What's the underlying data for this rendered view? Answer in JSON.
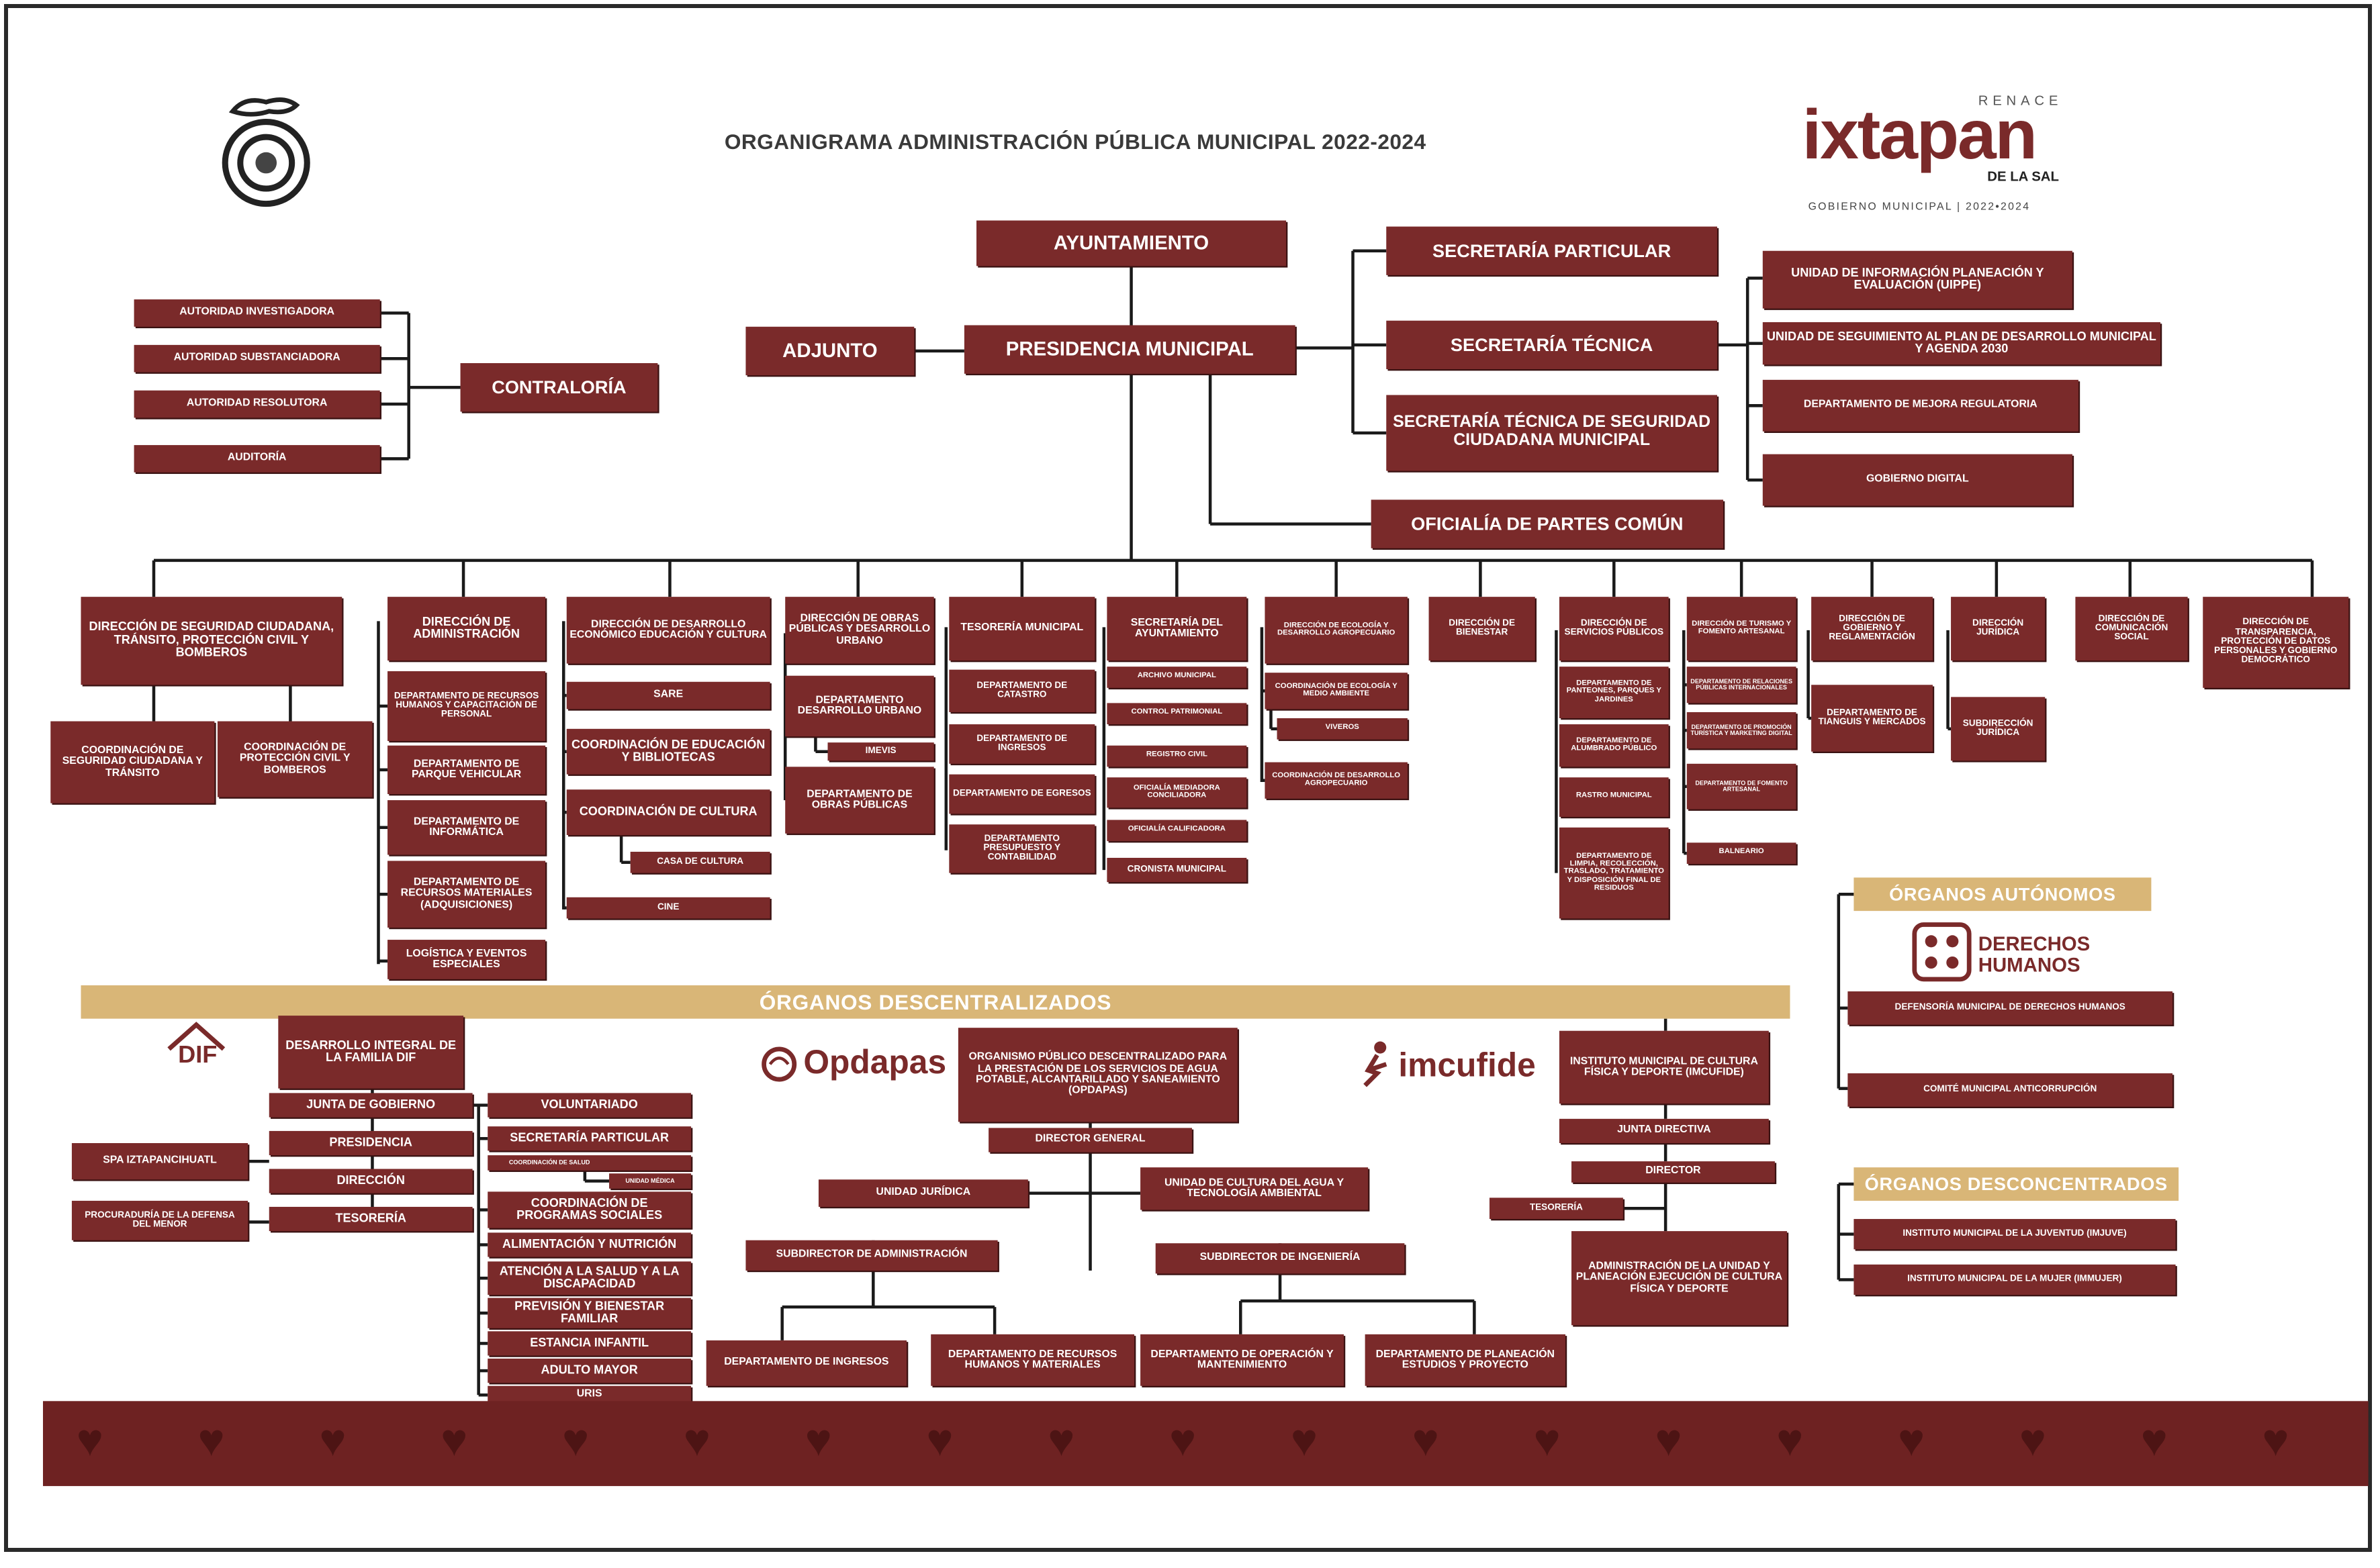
{
  "title": "ORGANIGRAMA ADMINISTRACIÓN PÚBLICA MUNICIPAL 2022-2024",
  "brand": {
    "renace": "RENACE",
    "name": "ixtapan",
    "sub": "DE LA SAL",
    "gobierno": "GOBIERNO MUNICIPAL | 2022•2024"
  },
  "colors": {
    "box": "#7a2a2a",
    "band": "#d9b677",
    "line": "#1a1a1a"
  },
  "boxes": {
    "ayuntamiento": "AYUNTAMIENTO",
    "presidencia": "PRESIDENCIA MUNICIPAL",
    "adjunto": "ADJUNTO",
    "sec_particular": "SECRETARÍA PARTICULAR",
    "sec_tecnica": "SECRETARÍA TÉCNICA",
    "sec_tecnica_seg": "SECRETARÍA TÉCNICA DE SEGURIDAD CIUDADANA MUNICIPAL",
    "oficialia": "OFICIALÍA DE PARTES COMÚN",
    "uippe": "UNIDAD DE INFORMACIÓN PLANEACIÓN Y EVALUACIÓN (UIPPE)",
    "seguimiento": "UNIDAD DE SEGUIMIENTO AL PLAN DE DESARROLLO MUNICIPAL Y AGENDA 2030",
    "mejora": "DEPARTAMENTO DE MEJORA REGULATORIA",
    "gob_digital": "GOBIERNO DIGITAL",
    "contraloria": "CONTRALORÍA",
    "aut_investigadora": "AUTORIDAD INVESTIGADORA",
    "aut_substanciadora": "AUTORIDAD SUBSTANCIADORA",
    "aut_resolutora": "AUTORIDAD RESOLUTORA",
    "auditoria": "AUDITORÍA",
    "d_seguridad": "DIRECCIÓN DE SEGURIDAD CIUDADANA, TRÁNSITO, PROTECCIÓN CIVIL Y BOMBEROS",
    "coord_seg": "COORDINACIÓN DE SEGURIDAD CIUDADANA Y TRÁNSITO",
    "coord_pc": "COORDINACIÓN DE PROTECCIÓN CIVIL Y BOMBEROS",
    "d_admin": "DIRECCIÓN DE ADMINISTRACIÓN",
    "dep_rh": "DEPARTAMENTO DE RECURSOS HUMANOS Y CAPACITACIÓN DE PERSONAL",
    "dep_parque": "DEPARTAMENTO DE PARQUE VEHICULAR",
    "dep_info": "DEPARTAMENTO DE INFORMÁTICA",
    "dep_rm": "DEPARTAMENTO DE RECURSOS MATERIALES (ADQUISICIONES)",
    "logistica": "LOGÍSTICA Y EVENTOS ESPECIALES",
    "d_economico": "DIRECCIÓN DE DESARROLLO ECONÓMICO EDUCACIÓN Y CULTURA",
    "sare": "SARE",
    "coord_edu": "COORDINACIÓN DE EDUCACIÓN Y BIBLIOTECAS",
    "coord_cultura": "COORDINACIÓN DE CULTURA",
    "casa_cultura": "CASA DE CULTURA",
    "cine": "CINE",
    "d_obras": "DIRECCIÓN DE OBRAS PÚBLICAS Y DESARROLLO URBANO",
    "dep_urbano": "DEPARTAMENTO DESARROLLO URBANO",
    "imevis": "IMEVIS",
    "dep_obras": "DEPARTAMENTO DE OBRAS PÚBLICAS",
    "tesoreria": "TESORERÍA MUNICIPAL",
    "dep_catastro": "DEPARTAMENTO DE CATASTRO",
    "dep_ingresos": "DEPARTAMENTO DE INGRESOS",
    "dep_egresos": "DEPARTAMENTO DE EGRESOS",
    "dep_presupuesto": "DEPARTAMENTO PRESUPUESTO Y CONTABILIDAD",
    "sec_ayto": "SECRETARÍA DEL AYUNTAMIENTO",
    "archivo": "ARCHIVO MUNICIPAL",
    "control_pat": "CONTROL PATRIMONIAL",
    "registro": "REGISTRO CIVIL",
    "mediadora": "OFICIALÍA MEDIADORA CONCILIADORA",
    "calificadora": "OFICIALÍA CALIFICADORA",
    "cronista": "CRONISTA MUNICIPAL",
    "d_ecologia": "DIRECCIÓN DE ECOLOGÍA Y DESARROLLO AGROPECUARIO",
    "coord_ecologia": "COORDINACIÓN DE ECOLOGÍA Y MEDIO AMBIENTE",
    "viveros": "VIVEROS",
    "coord_agro": "COORDINACIÓN DE DESARROLLO AGROPECUARIO",
    "d_bienestar": "DIRECCIÓN DE BIENESTAR",
    "d_servicios": "DIRECCIÓN DE SERVICIOS PÚBLICOS",
    "dep_panteones": "DEPARTAMENTO DE PANTEONES, PARQUES Y JARDINES",
    "dep_alumbrado": "DEPARTAMENTO DE ALUMBRADO PÚBLICO",
    "rastro": "RASTRO MUNICIPAL",
    "dep_limpia": "DEPARTAMENTO DE LIMPIA, RECOLECCIÓN, TRASLADO, TRATAMIENTO Y DISPOSICIÓN FINAL DE RESIDUOS",
    "d_turismo": "DIRECCIÓN DE TURISMO Y FOMENTO ARTESANAL",
    "dep_relaciones": "DEPARTAMENTO DE RELACIONES PÚBLICAS INTERNACIONALES",
    "dep_promocion": "DEPARTAMENTO DE PROMOCIÓN TURÍSTICA Y MARKETING DIGITAL",
    "dep_fomento": "DEPARTAMENTO DE FOMENTO ARTESANAL",
    "balneario": "BALNEARIO",
    "d_gobierno": "DIRECCIÓN DE GOBIERNO Y REGLAMENTACIÓN",
    "dep_tianguis": "DEPARTAMENTO DE TIANGUIS Y MERCADOS",
    "d_juridica": "DIRECCIÓN JURÍDICA",
    "subd_juridica": "SUBDIRECCIÓN JURÍDICA",
    "d_comunicacion": "DIRECCIÓN DE COMUNICACIÓN SOCIAL",
    "d_transparencia": "DIRECCIÓN DE TRANSPARENCIA, PROTECCIÓN DE DATOS PERSONALES Y GOBIERNO DEMOCRÁTICO",
    "dif": "DESARROLLO INTEGRAL DE LA FAMILIA DIF",
    "junta_gob": "JUNTA DE GOBIERNO",
    "dif_presidencia": "PRESIDENCIA",
    "dif_direccion": "DIRECCIÓN",
    "dif_tesoreria": "TESORERÍA",
    "spa": "SPA IZTAPANCIHUATL",
    "procuraduria": "PROCURADURÍA DE LA DEFENSA DEL MENOR",
    "voluntariado": "VOLUNTARIADO",
    "dif_sec_part": "SECRETARÍA PARTICULAR",
    "coord_salud": "COORDINACIÓN DE SALUD",
    "unidad_medica": "UNIDAD MÉDICA",
    "coord_prog": "COORDINACIÓN DE PROGRAMAS SOCIALES",
    "alimentacion": "ALIMENTACIÓN Y NUTRICIÓN",
    "atencion": "ATENCIÓN A LA SALUD Y A LA DISCAPACIDAD",
    "prevision": "PREVISIÓN Y BIENESTAR FAMILIAR",
    "estancia": "ESTANCIA INFANTIL",
    "adulto": "ADULTO MAYOR",
    "uris": "URIS",
    "opdapas": "ORGANISMO PÚBLICO DESCENTRALIZADO PARA LA PRESTACIÓN DE LOS SERVICIOS DE AGUA POTABLE, ALCANTARILLADO Y SANEAMIENTO (OPDAPAS)",
    "dir_general": "DIRECTOR GENERAL",
    "unidad_juridica": "UNIDAD JURÍDICA",
    "unidad_agua": "UNIDAD DE CULTURA DEL AGUA Y TECNOLOGÍA AMBIENTAL",
    "subd_admin": "SUBDIRECTOR DE ADMINISTRACIÓN",
    "subd_ing": "SUBDIRECTOR DE INGENIERÍA",
    "op_ingresos": "DEPARTAMENTO DE INGRESOS",
    "op_rh": "DEPARTAMENTO DE RECURSOS HUMANOS Y MATERIALES",
    "op_operacion": "DEPARTAMENTO DE OPERACIÓN Y MANTENIMIENTO",
    "op_planeacion": "DEPARTAMENTO DE PLANEACIÓN ESTUDIOS Y PROYECTO",
    "imcufide": "INSTITUTO MUNICIPAL DE CULTURA FÍSICA Y DEPORTE (IMCUFIDE)",
    "junta_dir": "JUNTA DIRECTIVA",
    "director": "DIRECTOR",
    "im_tesoreria": "TESORERÍA",
    "im_admin": "ADMINISTRACIÓN DE LA UNIDAD Y PLANEACIÓN EJECUCIÓN DE CULTURA FÍSICA Y DEPORTE",
    "defensoria": "DEFENSORÍA MUNICIPAL DE DERECHOS HUMANOS",
    "comite": "COMITÉ MUNICIPAL ANTICORRUPCIÓN",
    "imjuve": "INSTITUTO MUNICIPAL DE LA JUVENTUD (IMJUVE)",
    "immujer": "INSTITUTO MUNICIPAL DE LA MUJER (IMMUJER)"
  },
  "bands": {
    "descentralizados": "ÓRGANOS DESCENTRALIZADOS",
    "autonomos": "ÓRGANOS AUTÓNOMOS",
    "desconcentrados": "ÓRGANOS DESCONCENTRADOS"
  },
  "logos": {
    "dif": "DIF",
    "opdapas": "Opdapas",
    "imcufide": "imcufide",
    "derechos": "DERECHOS HUMANOS"
  }
}
